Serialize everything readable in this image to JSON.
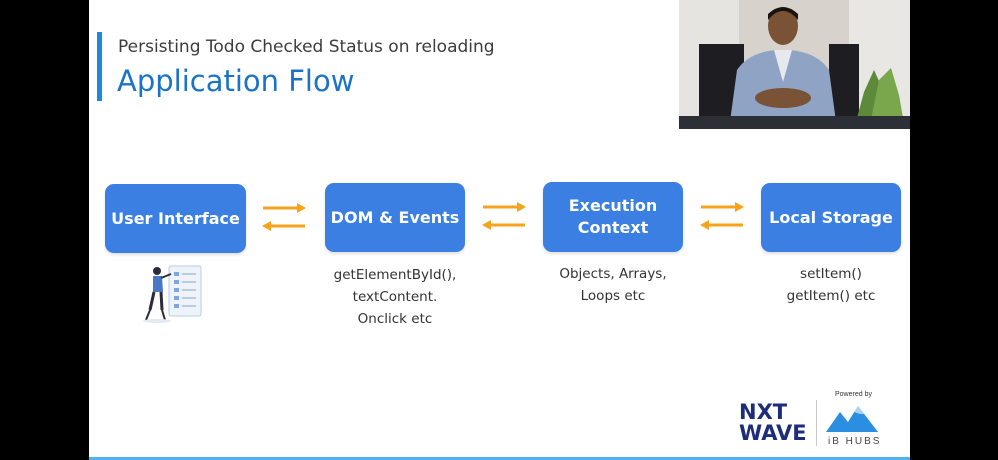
{
  "slide": {
    "subtitle": "Persisting Todo Checked Status on reloading",
    "title": "Application Flow"
  },
  "flow": {
    "boxes": [
      {
        "label": "User Interface"
      },
      {
        "label_line1": "DOM & Events"
      },
      {
        "label_line1": "Execution",
        "label_line2": "Context"
      },
      {
        "label": "Local Storage"
      }
    ],
    "captions": {
      "dom": [
        "getElementById(),",
        "textContent.",
        "Onclick etc"
      ],
      "execution": [
        "Objects, Arrays,",
        "Loops etc"
      ],
      "storage": [
        "setItem()",
        "getItem() etc"
      ]
    }
  },
  "branding": {
    "nxt_line1": "NXT",
    "nxt_line2": "WAVE",
    "powered_by": "Powered by",
    "ib_hubs": "iB HUBS"
  },
  "colors": {
    "box": "#3b7fe2",
    "arrow": "#f5a31a",
    "title": "#1b73c8",
    "accent": "#1e88d8"
  },
  "icons": [
    "person-at-board-illustration",
    "arrow-right-icon",
    "arrow-left-icon",
    "ib-hubs-mountain-logo"
  ]
}
